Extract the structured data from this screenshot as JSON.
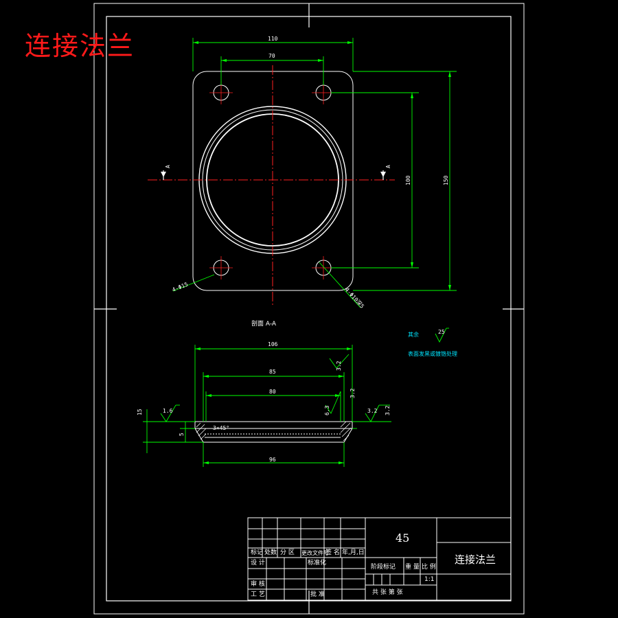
{
  "title": "连接法兰",
  "section_label": "剖面 A-A",
  "section_marks": [
    "A",
    "A"
  ],
  "dimensions_top": {
    "width_overall": "110",
    "hole_spacing_x": "70",
    "hole_spacing_y": "100",
    "height_overall": "150",
    "hole_callout": "4-Φ15",
    "thread_callout": "4-Φ10深5"
  },
  "dimensions_section": {
    "outer_diameter": "106",
    "groove_diameter": "85",
    "inner_diameter": "80",
    "bottom_diameter": "96",
    "thickness": "15",
    "step": "5",
    "chamfer": "3×45°",
    "roughness": [
      "3.2",
      "6.3",
      "3.2",
      "3.2",
      "3.2",
      "1.6"
    ]
  },
  "notes": {
    "remaining": "其余",
    "remaining_roughness": "25",
    "treatment": "表面发黑或镀铬处理"
  },
  "title_block": {
    "material": "45",
    "part_name": "连接法兰",
    "row_labels": [
      "标记",
      "处数",
      "分 区",
      "更改文件号",
      "签 名",
      "年,月,日"
    ],
    "design": "设 计",
    "standardization": "标准化",
    "stage_mark": "阶段标记",
    "weight": "重 量",
    "scale_label": "比 例",
    "scale": "1:1",
    "check": "审 核",
    "process": "工 艺",
    "approve": "批 准",
    "sheets": "共    张  第    张"
  },
  "colors": {
    "frame": "#ffffff",
    "outline": "#ffffff",
    "centerline": "#ff2020",
    "dimension": "#00ff00",
    "note": "#00e5ff",
    "title": "#ff1a1a"
  }
}
